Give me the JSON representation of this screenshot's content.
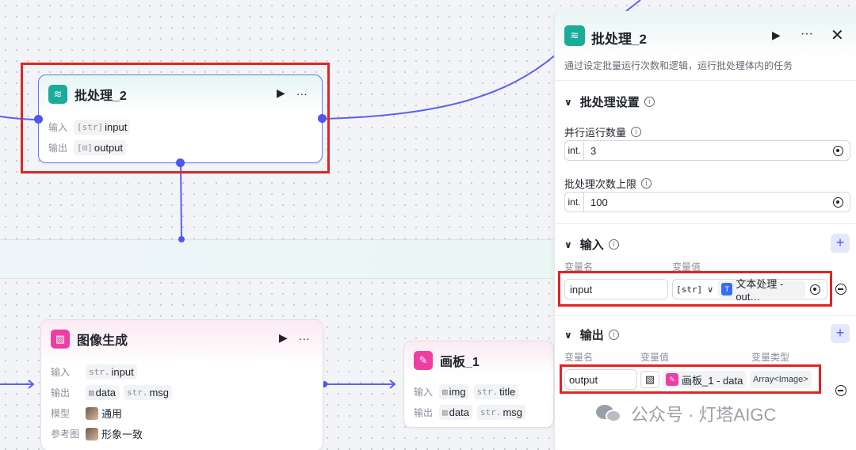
{
  "canvas": {
    "batch_node": {
      "title": "批处理_2",
      "input_label": "输入",
      "input_value": "input",
      "output_label": "输出",
      "output_value": "output",
      "input_prefix": "[str]",
      "output_prefix": "[⊡]"
    },
    "imggen_node": {
      "title": "图像生成",
      "rows": [
        {
          "label": "输入",
          "chips": [
            {
              "pre": "str.",
              "text": "input"
            }
          ]
        },
        {
          "label": "输出",
          "chips": [
            {
              "pre": "▨",
              "text": "data"
            },
            {
              "pre": "str.",
              "text": "msg"
            }
          ]
        },
        {
          "label": "模型",
          "chips": [
            {
              "pre": "",
              "text": "通用"
            }
          ]
        },
        {
          "label": "参考图",
          "chips": [
            {
              "pre": "",
              "text": "形象一致"
            }
          ]
        }
      ]
    },
    "canvas_node": {
      "title": "画板_1",
      "rows": [
        {
          "label": "输入",
          "chips": [
            {
              "pre": "▨",
              "text": "img"
            },
            {
              "pre": "str.",
              "text": "title"
            }
          ]
        },
        {
          "label": "输出",
          "chips": [
            {
              "pre": "▨",
              "text": "data"
            },
            {
              "pre": "str.",
              "text": "msg"
            }
          ]
        }
      ]
    }
  },
  "panel": {
    "title": "批处理_2",
    "description": "通过设定批量运行次数和逻辑，运行批处理体内的任务",
    "settings_section": "批处理设置",
    "parallel_label": "并行运行数量",
    "parallel_type": "int.",
    "parallel_value": "3",
    "limit_label": "批处理次数上限",
    "limit_type": "int.",
    "limit_value": "100",
    "input_section": "输入",
    "var_name_header": "变量名",
    "var_value_header": "变量值",
    "input_var_name": "input",
    "input_var_type": "[str]",
    "input_var_ref": "文本处理 - out…",
    "output_section": "输出",
    "var_type_header": "变量类型",
    "output_var_name": "output",
    "output_var_ref": "画板_1 - data",
    "output_var_type": "Array<Image>"
  },
  "watermark": "公众号 · 灯塔AIGC",
  "colors": {
    "accent": "#4e55f0",
    "highlight": "#e02424",
    "teal": "#1aab9b",
    "pink": "#ee3ea3"
  }
}
